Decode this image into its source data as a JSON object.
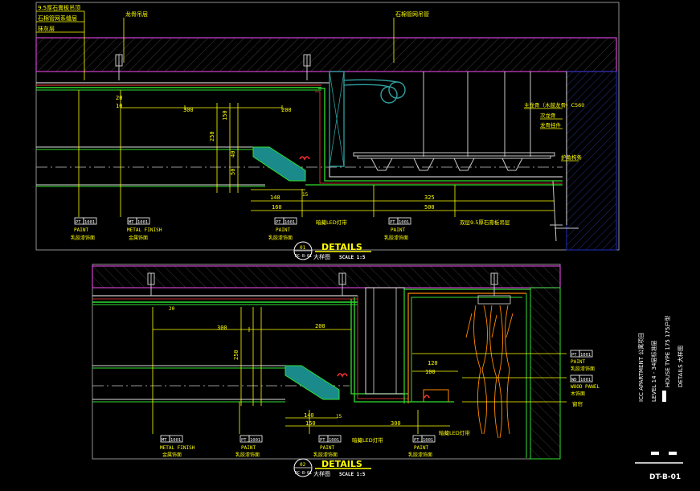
{
  "colors": {
    "background": "#000000",
    "frame": "#b0b0b0",
    "slab": "#d040d0",
    "hatch": "#666666",
    "outline": "#f0f0f0",
    "green": "#30e030",
    "teal": "#30a0a0",
    "yellow": "#ffff00",
    "red": "#ff3030",
    "orange": "#ff8800",
    "cyan": "#00d0ff",
    "blue": "#2030c0"
  },
  "detail1": {
    "notes_top": [
      "9.5厚石膏板吊顶",
      "石棉管网系缝层",
      "抹灰层"
    ],
    "label_keel": "龙骨吊层",
    "label_pipe": "石棉管网吊管",
    "dims": {
      "d300": "300",
      "d200": "200",
      "d140": "140",
      "d160": "160",
      "d325": "325",
      "d500": "500",
      "d250": "250",
      "d150": "150",
      "d50": "50",
      "d40": "40",
      "d20": "20",
      "d10": "10",
      "d15": "15"
    },
    "right_notes": [
      "主龙骨（木鼓龙骨）C560",
      "次龙骨",
      "龙骨挂件",
      "护角构条"
    ],
    "tags": [
      {
        "code": "PT",
        "num": "1001",
        "name": "PAINT",
        "cn": "乳胶漆饰面"
      },
      {
        "code": "MT",
        "num": "1001",
        "name": "METAL FINISH",
        "cn": "金属饰面"
      },
      {
        "code": "PT",
        "num": "1001",
        "name": "PAINT",
        "cn": "乳胶漆饰面"
      },
      {
        "code": "PT",
        "num": "1001",
        "name": "PAINT",
        "cn": "乳胶漆饰面"
      }
    ],
    "led_note": "暗藏LED灯带",
    "board_note": "双层9.5厚石膏板吊层",
    "title_num": "01",
    "title": "DETAILS",
    "ref": "RC-B-01",
    "title_cn": "大样图",
    "scale": "SCALE 1:5"
  },
  "detail2": {
    "dims": {
      "d300": "300",
      "d200": "200",
      "d140": "140",
      "d150": "150",
      "d120": "120",
      "d100": "100",
      "d300b": "300",
      "d250": "250",
      "d15": "15",
      "d20": "20"
    },
    "tags": [
      {
        "code": "MT",
        "num": "1001",
        "name": "METAL FINISH",
        "cn": "金属饰面"
      },
      {
        "code": "PT",
        "num": "1001",
        "name": "PAINT",
        "cn": "乳胶漆饰面"
      },
      {
        "code": "PT",
        "num": "1001",
        "name": "PAINT",
        "cn": "乳胶漆饰面"
      },
      {
        "code": "PT",
        "num": "1001",
        "name": "PAINT",
        "cn": "乳胶漆饰面"
      }
    ],
    "led_note_1": "暗藏LED灯带",
    "led_note_2": "暗藏LED灯带",
    "right_tags": [
      {
        "code": "PT",
        "num": "1001",
        "name": "PAINT",
        "cn": "乳胶漆饰面"
      },
      {
        "code": "WD",
        "num": "1001",
        "name": "WOOD PANEL",
        "cn": "木饰面"
      }
    ],
    "curtain_note": "窗帘",
    "title_num": "02",
    "title": "DETAILS",
    "ref": "RC-B-01",
    "title_cn": "大样图",
    "scale": "SCALE 1:5"
  },
  "sheet": {
    "project": "ICC APARTMENT  公寓项目",
    "level": "LEVEL  14 - 34层标准层",
    "house": "HOUSE TYPE 175  175户型",
    "details": "DETAILS  大样图",
    "number": "DT-B-01"
  }
}
